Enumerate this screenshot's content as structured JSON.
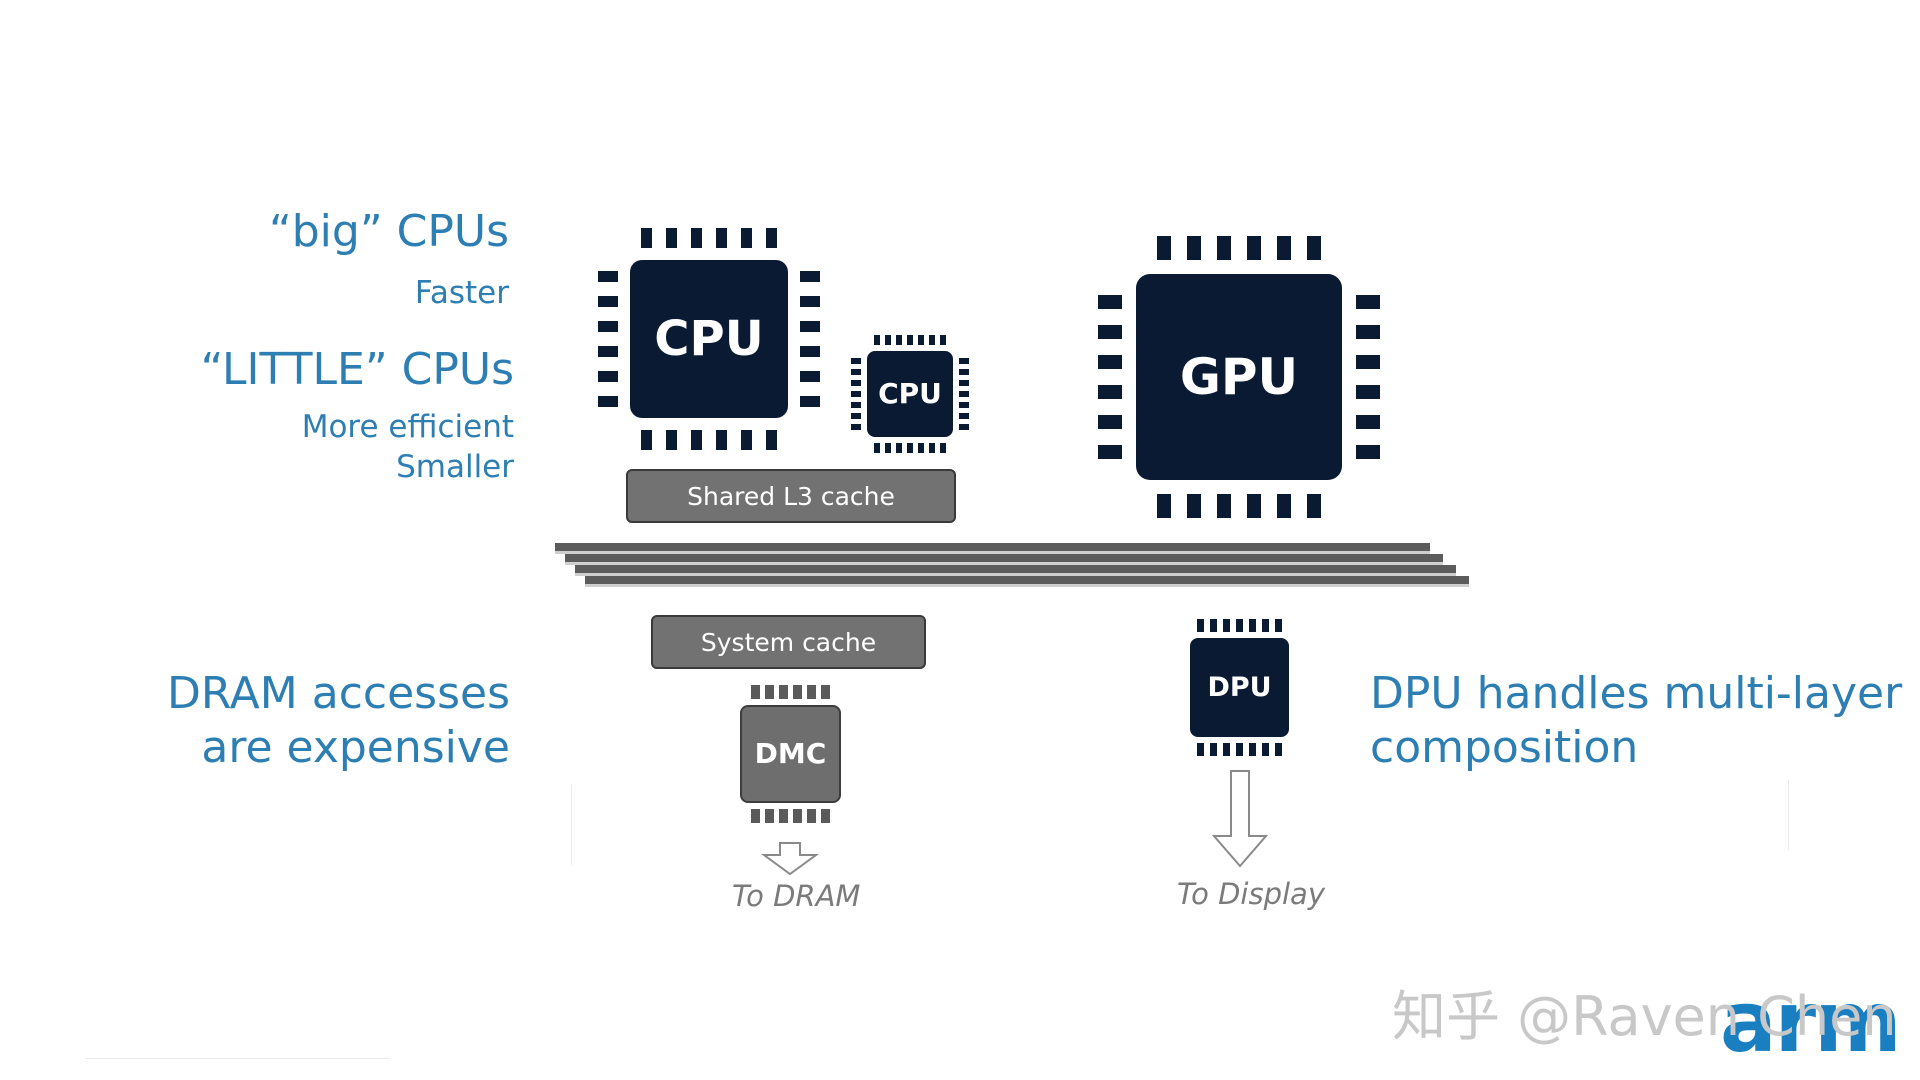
{
  "left_labels": {
    "big_cpus": "“big” CPUs",
    "faster": "Faster",
    "little_cpus": "“LITTLE” CPUs",
    "more_efficient": "More efficient",
    "smaller": "Smaller",
    "dram_line1": "DRAM accesses",
    "dram_line2": "are expensive"
  },
  "chips": {
    "cpu_big": "CPU",
    "cpu_little": "CPU",
    "gpu": "GPU",
    "dmc": "DMC",
    "dpu": "DPU"
  },
  "caches": {
    "shared_l3": "Shared L3 cache",
    "system": "System cache"
  },
  "outputs": {
    "to_dram": "To DRAM",
    "to_display": "To Display"
  },
  "right_label": {
    "line1": "DPU handles multi-layer",
    "line2": "composition"
  },
  "watermark": "知乎 @Raven Chen",
  "logo": "arm",
  "colors": {
    "label_blue": "#2d7eb3",
    "chip_navy": "#0b1a33",
    "cache_gray": "#727272",
    "logo_blue": "#1a7fc1"
  }
}
